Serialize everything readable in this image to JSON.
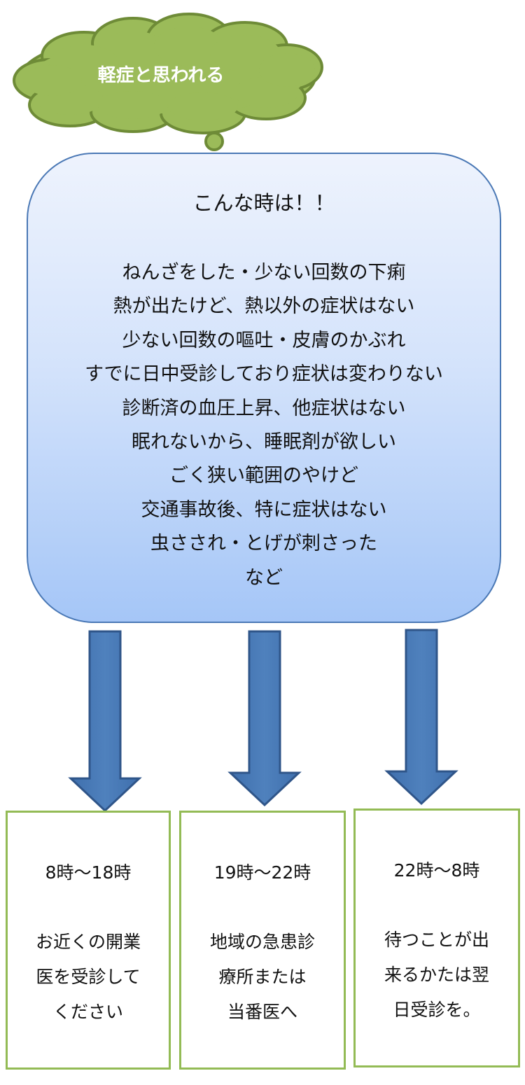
{
  "cloud": {
    "label": "軽症と思われる"
  },
  "bubble": {
    "heading": "こんな時は！！",
    "conditions": [
      "ねんざをした・少ない回数の下痢",
      "熱が出たけど、熱以外の症状はない",
      "少ない回数の嘔吐・皮膚のかぶれ",
      "すでに日中受診しており症状は変わりない",
      "診断済の血圧上昇、他症状はない",
      "眠れないから、睡眠剤が欲しい",
      "ごく狭い範囲のやけど",
      "交通事故後、特に症状はない",
      "虫さされ・とげが刺さった",
      "など"
    ]
  },
  "boxes": [
    {
      "time": "8時～18時",
      "lines": [
        "お近くの開業",
        "医を受診して",
        "ください"
      ]
    },
    {
      "time": "19時～22時",
      "lines": [
        "地域の急患診",
        "療所または",
        "当番医へ"
      ]
    },
    {
      "time": "22時～8時",
      "lines": [
        "待つことが出",
        "来るかたは翌",
        "日受診を。"
      ]
    }
  ],
  "colors": {
    "cloud_fill": "#9bbb59",
    "cloud_stroke": "#6e8b37",
    "bubble_border": "#4a78b5",
    "arrow_fill": "#4f81bd",
    "arrow_stroke": "#2f5589",
    "box_border": "#93bb55"
  }
}
